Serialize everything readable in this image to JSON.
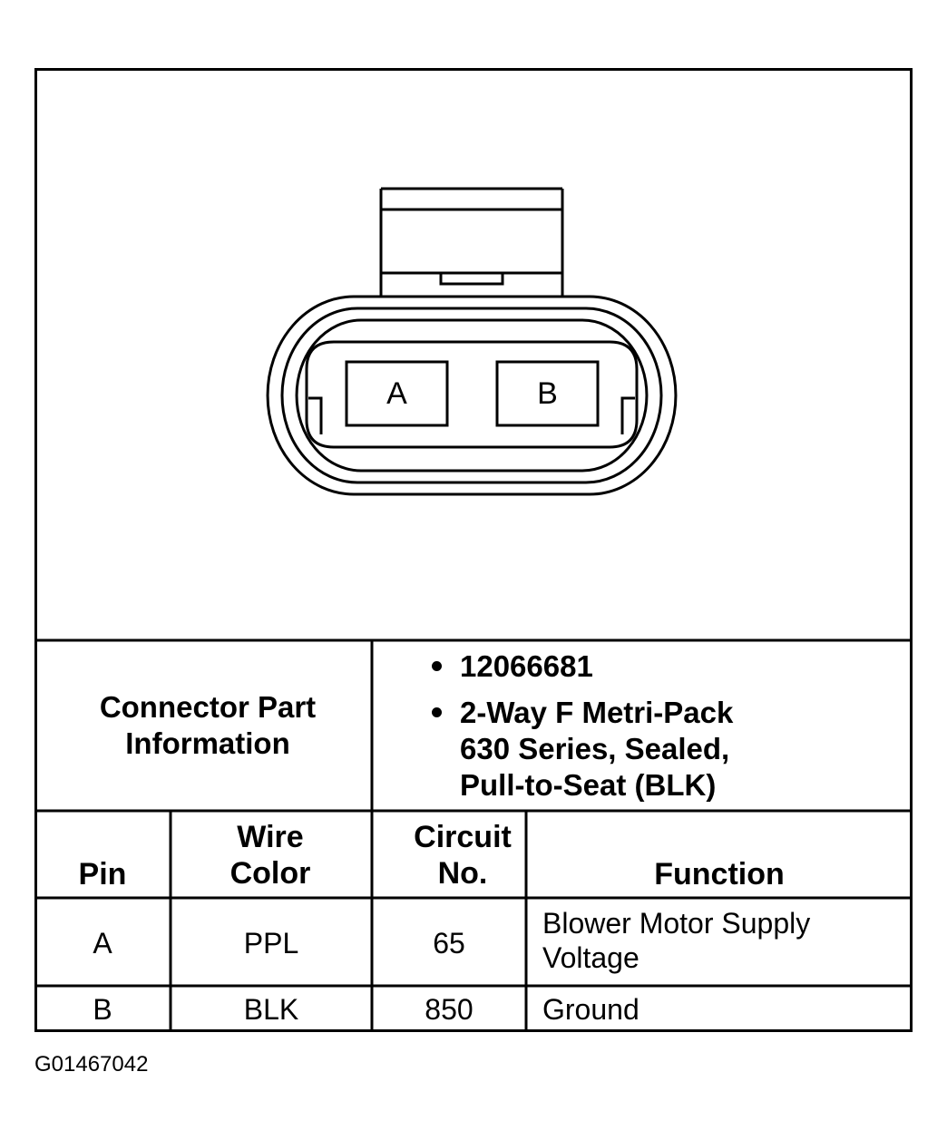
{
  "connector": {
    "pins": [
      {
        "label": "A"
      },
      {
        "label": "B"
      }
    ]
  },
  "part_info": {
    "label": "Connector Part Information",
    "part_number": "12066681",
    "description_lines": [
      "2-Way F Metri-Pack",
      "630 Series, Sealed,",
      "Pull-to-Seat (BLK)"
    ]
  },
  "table": {
    "headers": {
      "pin": "Pin",
      "wire_color": "Wire Color",
      "circuit": "Circuit No.",
      "function": "Function"
    },
    "rows": [
      {
        "pin": "A",
        "wire_color": "PPL",
        "circuit": "65",
        "function": "Blower Motor Supply Voltage"
      },
      {
        "pin": "B",
        "wire_color": "BLK",
        "circuit": "850",
        "function": "Ground"
      }
    ]
  },
  "figure_id": "G01467042"
}
